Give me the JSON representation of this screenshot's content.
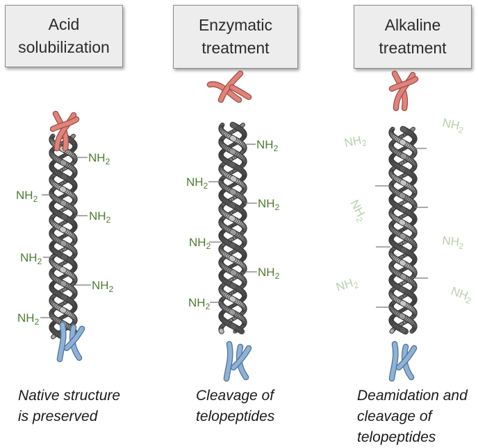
{
  "panels": [
    {
      "id": "acid",
      "heading": "Acid\nsolubilization",
      "caption": "Native structure\nis preserved",
      "amine_label": "NH",
      "amine_subscript": "2",
      "amine_color": "#4e7a30"
    },
    {
      "id": "enzymatic",
      "heading": "Enzymatic\ntreatment",
      "caption": "Cleavage of\ntelopeptides",
      "amine_label": "NH",
      "amine_subscript": "2",
      "amine_color": "#4e7a30"
    },
    {
      "id": "alkaline",
      "heading": "Alkaline\ntreatment",
      "caption": "Deamidation and\ncleavage of\ntelopeptides",
      "amine_label": "NH",
      "amine_subscript": "2",
      "amine_color": "#b9cfad"
    }
  ],
  "colors": {
    "helix_light": "#c4c4c4",
    "helix_dark": "#5e5e5e",
    "n_telopeptide": "#e0837b",
    "c_telopeptide": "#8fb1d6",
    "tick": "#777777"
  }
}
